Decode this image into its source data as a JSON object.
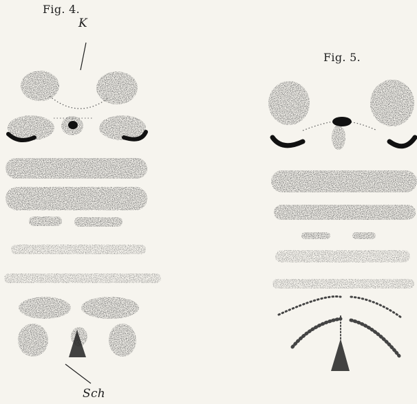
{
  "figures": [
    {
      "caption": "Fig. 4.",
      "labels": [
        "K",
        "Sch"
      ]
    },
    {
      "caption": "Fig. 5.",
      "labels": []
    }
  ],
  "colors": {
    "background": "#f6f4ee",
    "ink": "#1e1e1e"
  }
}
